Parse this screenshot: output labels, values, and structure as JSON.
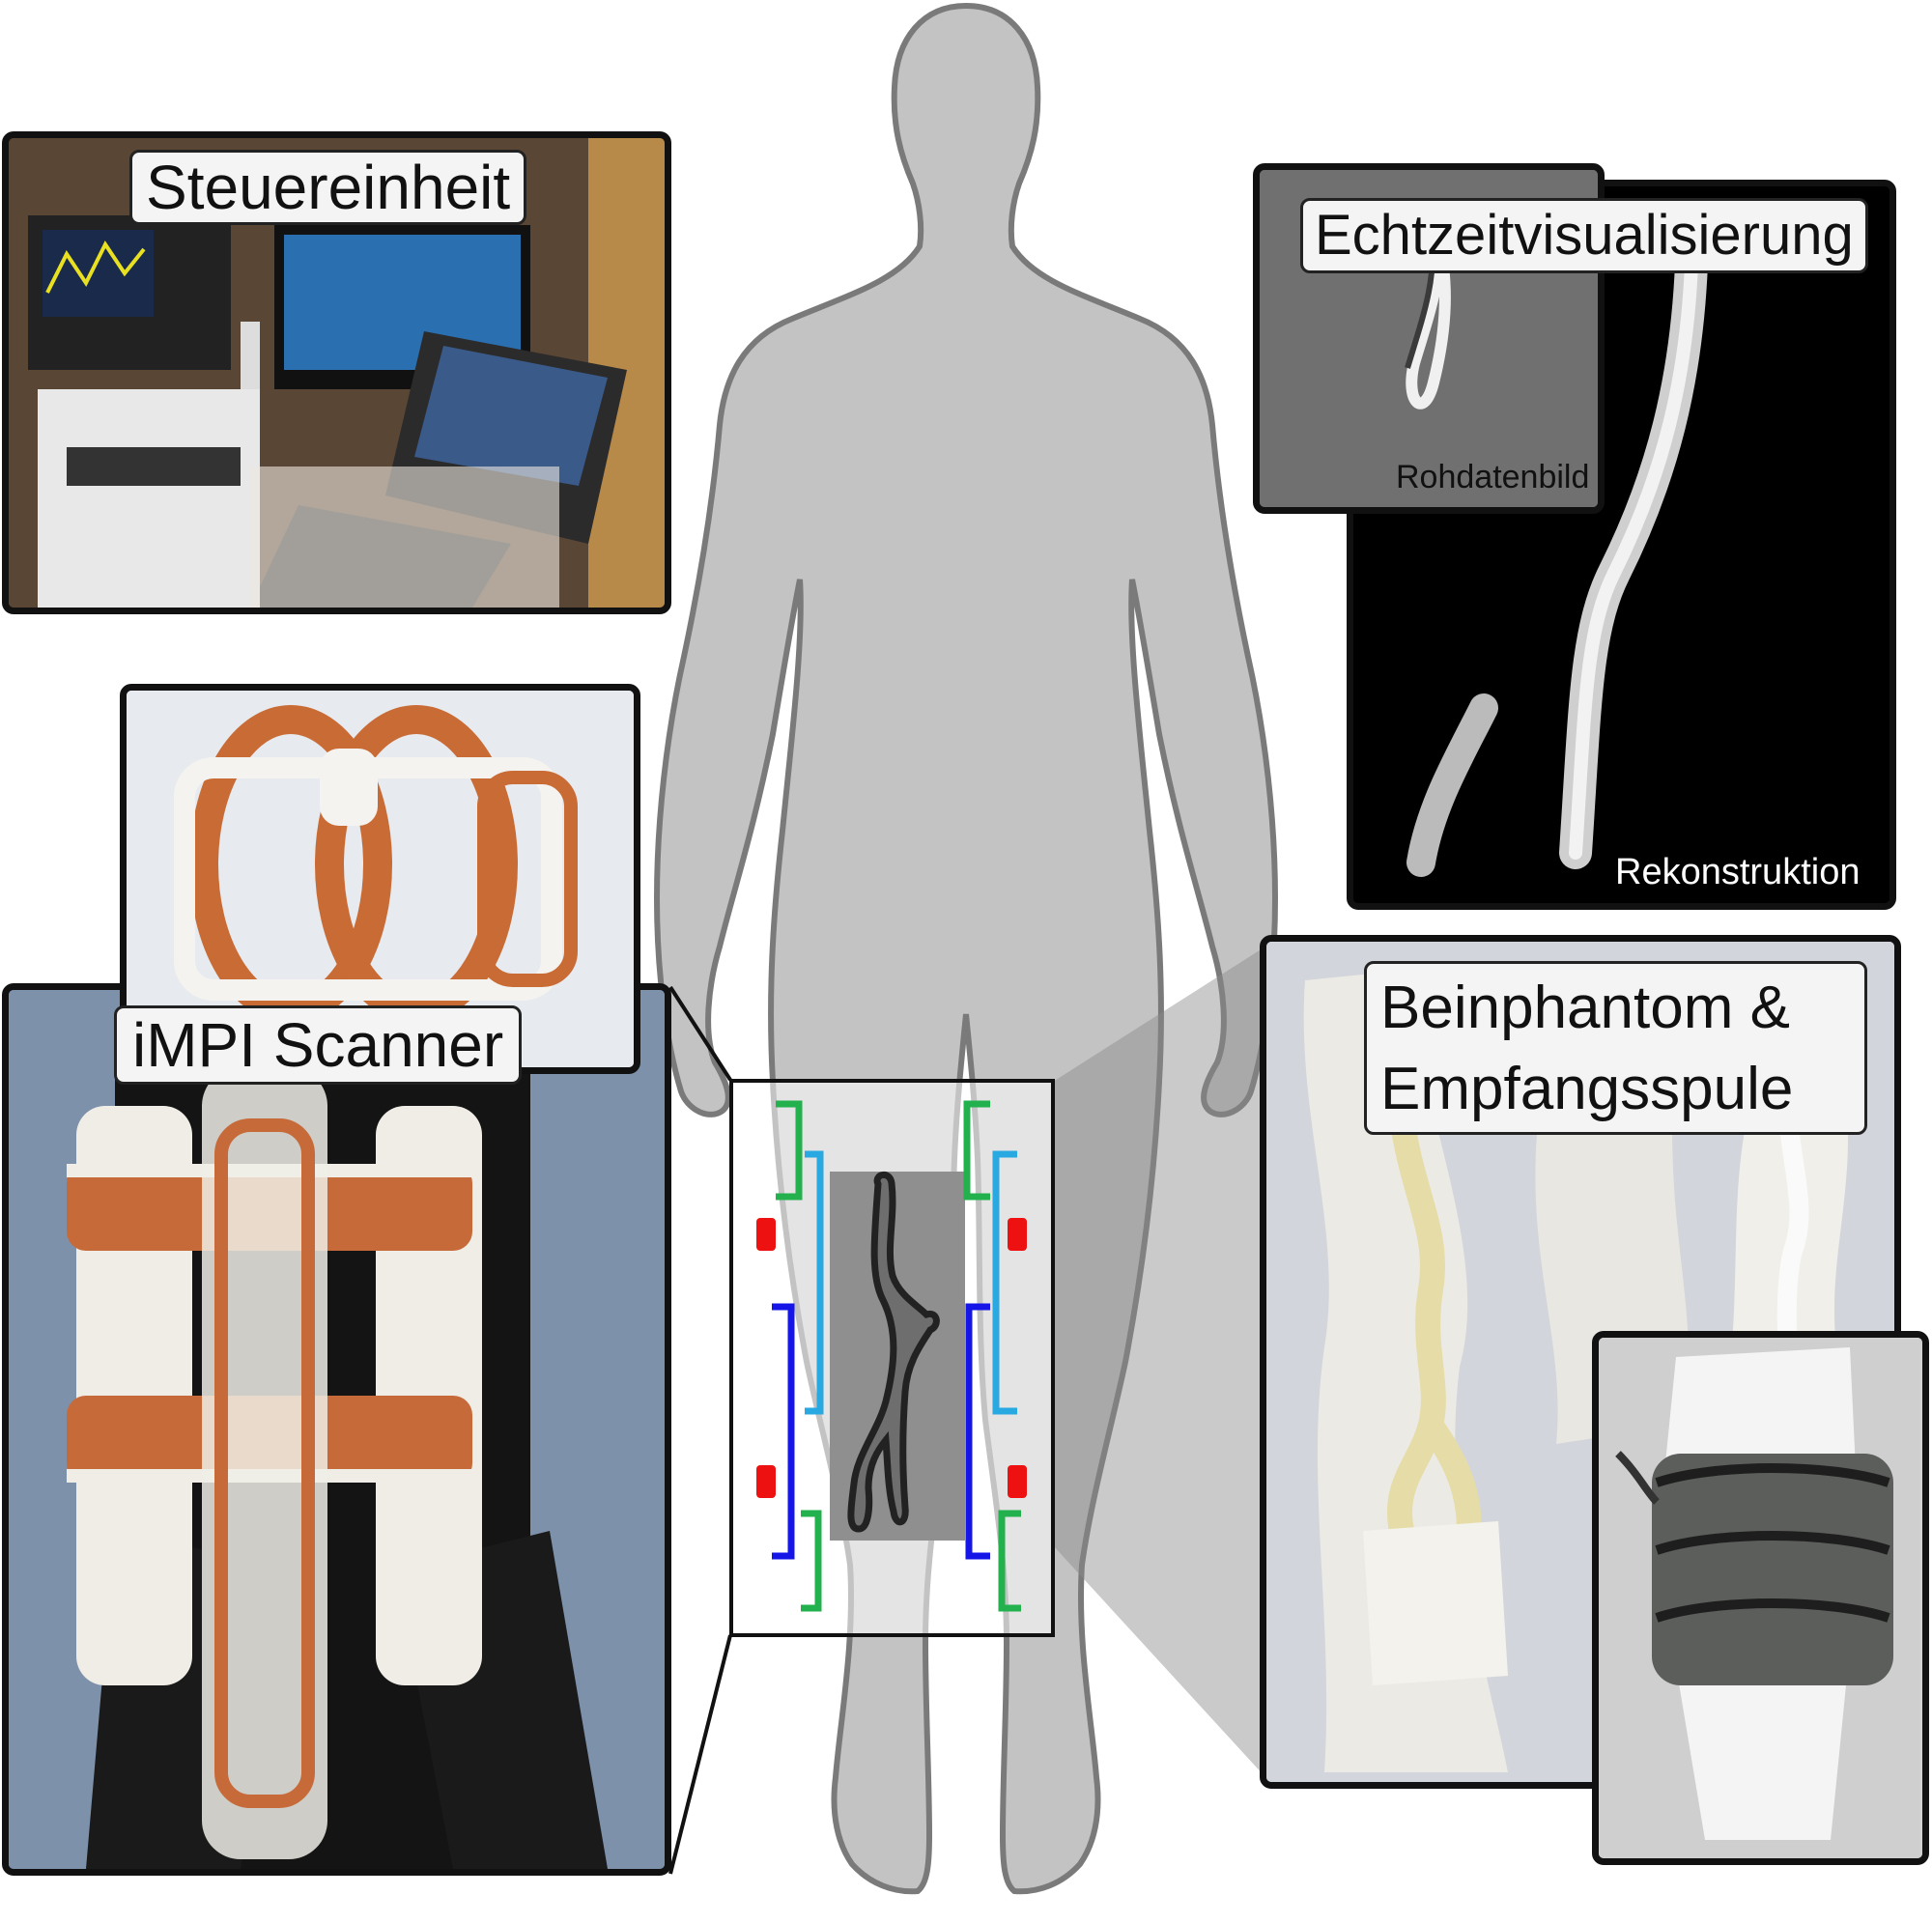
{
  "figure": {
    "labels": {
      "control_unit": "Steuereinheit",
      "realtime_visualization": "Echtzeitvisualisierung",
      "raw_image": "Rohdatenbild",
      "reconstruction": "Rekonstruktion",
      "scanner": "iMPI Scanner",
      "phantom_line1": "Beinphantom &",
      "phantom_line2": "Empfangsspule"
    },
    "colors": {
      "silhouette_fill": "#c3c3c3",
      "silhouette_stroke": "#7a7a7a",
      "coil_green": "#22b14c",
      "coil_cyan": "#29a9e1",
      "coil_blue": "#1515e8",
      "coil_red": "#ee1111",
      "vessel_outline": "#222222",
      "panel_border": "#111111"
    }
  }
}
